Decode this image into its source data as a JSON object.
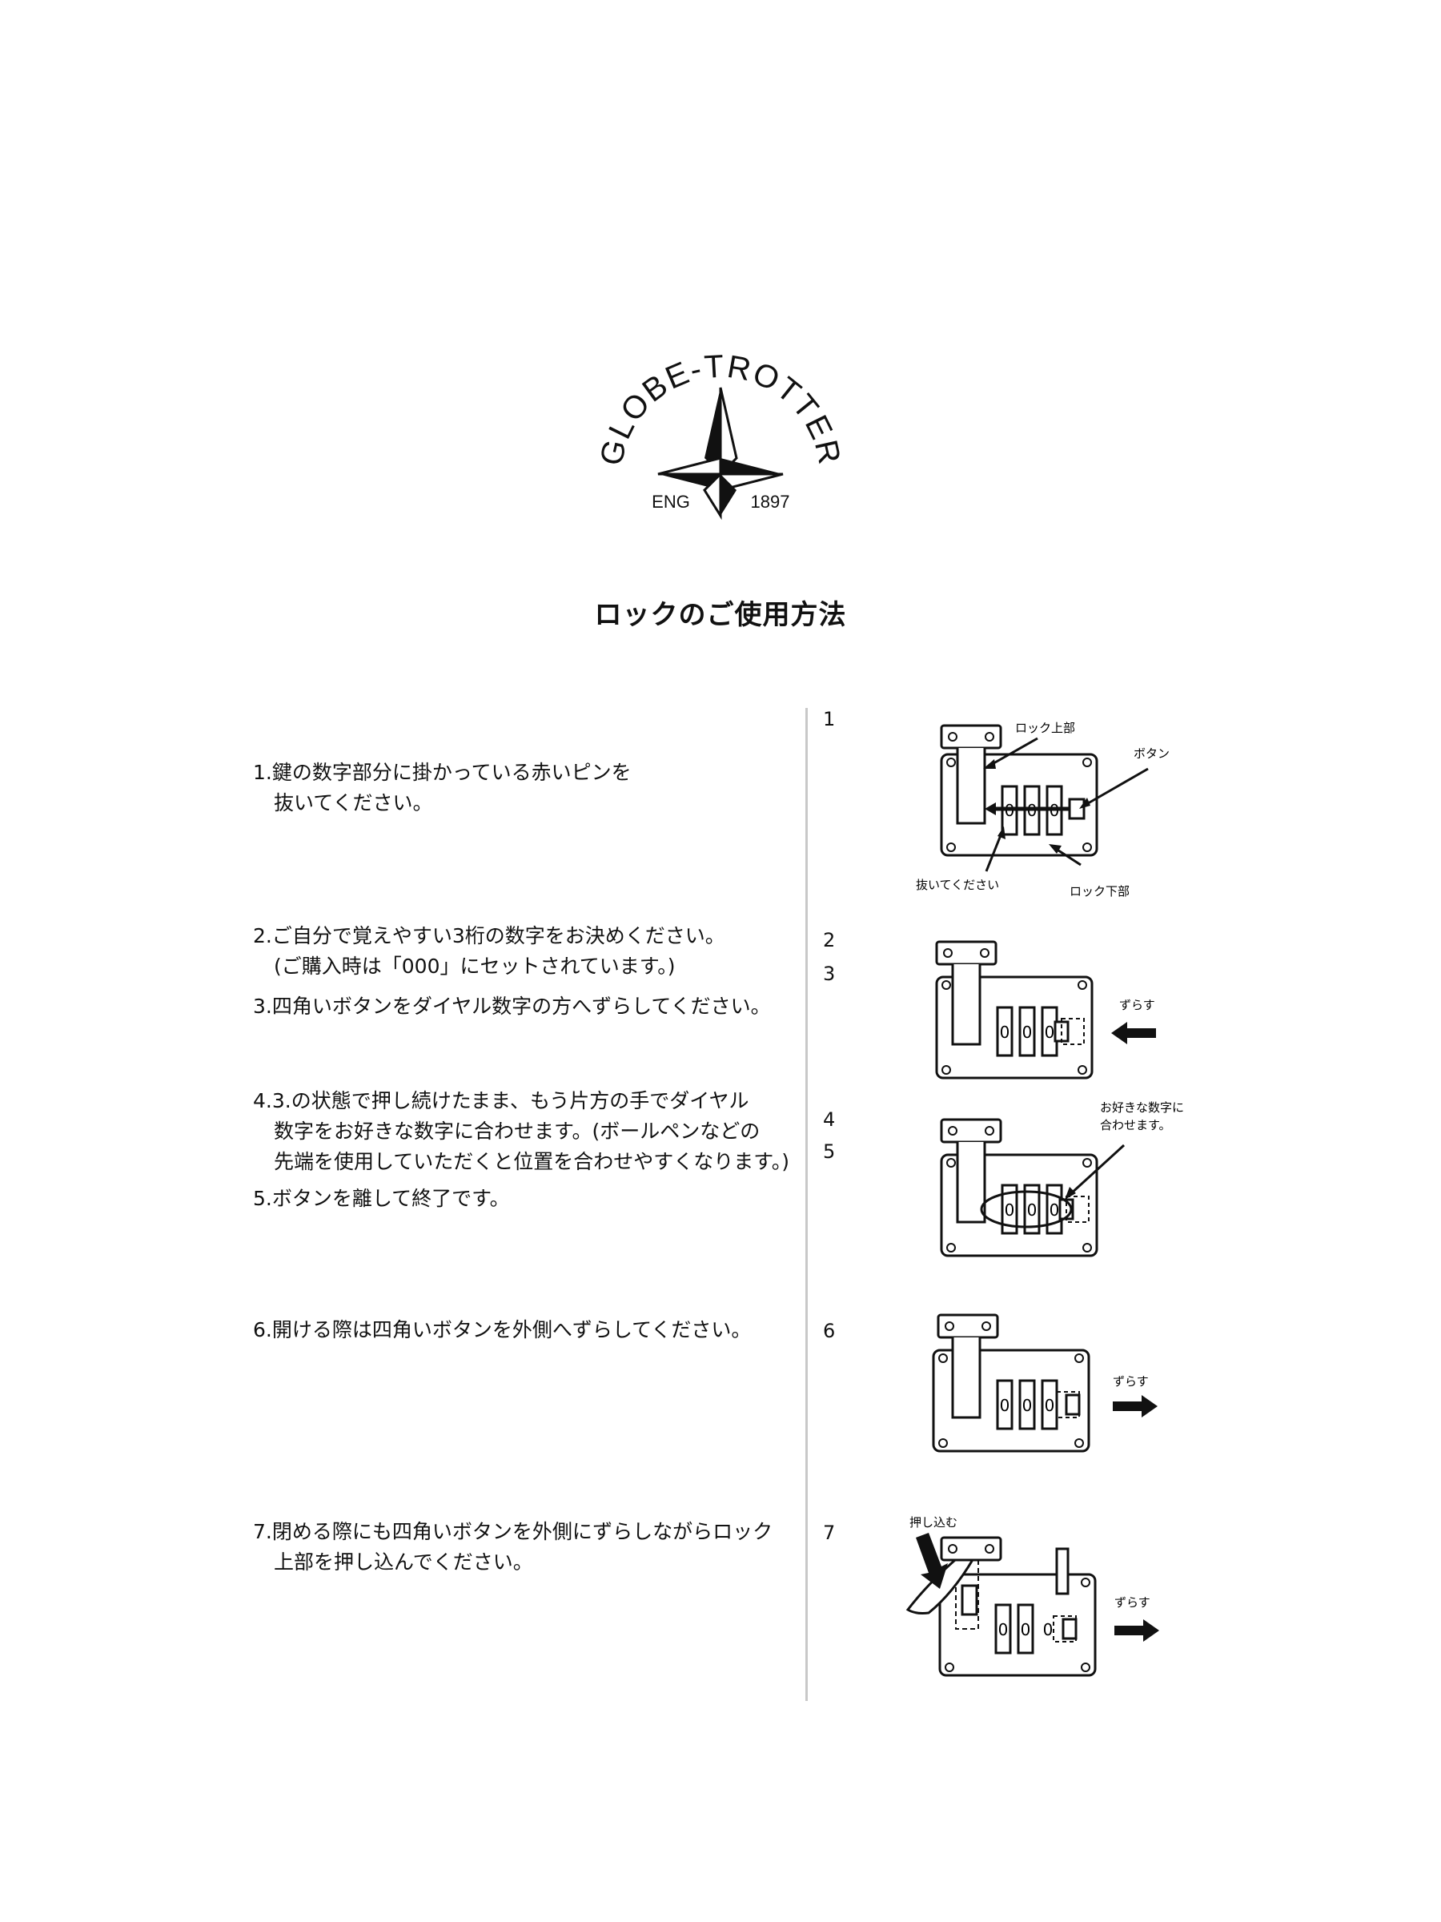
{
  "logo": {
    "brand": "GLOBE-TROTTER",
    "left_text": "ENG",
    "right_text": "1897"
  },
  "title": "ロックのご使用方法",
  "steps": [
    {
      "lines": [
        "1.鍵の数字部分に掛かっている赤いピンを",
        "抜いてください。"
      ]
    },
    {
      "lines": [
        "2.ご自分で覚えやすい3桁の数字をお決めください。",
        "(ご購入時は「000」にセットされています。)"
      ]
    },
    {
      "lines": [
        "3.四角いボタンをダイヤル数字の方へずらしてください。"
      ]
    },
    {
      "lines": [
        "4.3.の状態で押し続けたまま、もう片方の手でダイヤル",
        "数字をお好きな数字に合わせます。(ボールペンなどの",
        "先端を使用していただくと位置を合わせやすくなります。)"
      ]
    },
    {
      "lines": [
        "5.ボタンを離して終了です。"
      ]
    },
    {
      "lines": [
        "6.開ける際は四角いボタンを外側へずらしてください。"
      ]
    },
    {
      "lines": [
        "7.閉める際にも四角いボタンを外側にずらしながらロック",
        "上部を押し込んでください。"
      ]
    }
  ],
  "step_numbers": [
    "1",
    "2",
    "3",
    "4",
    "5",
    "6",
    "7"
  ],
  "figures": {
    "fig1": {
      "label_top": "ロック上部",
      "label_button": "ボタン",
      "label_pull": "抜いてください",
      "label_bottom": "ロック下部",
      "dial_digits": [
        "0",
        "0",
        "0"
      ]
    },
    "fig2": {
      "label_slide": "ずらす",
      "dial_digits": [
        "0",
        "0",
        "0"
      ]
    },
    "fig3": {
      "label_set_line1": "お好きな数字に",
      "label_set_line2": "合わせます。",
      "dial_digits": [
        "0",
        "0",
        "0"
      ]
    },
    "fig4": {
      "label_slide": "ずらす",
      "dial_digits": [
        "0",
        "0",
        "0"
      ]
    },
    "fig5": {
      "label_push": "押し込む",
      "label_slide": "ずらす",
      "dial_digits": [
        "0",
        "0",
        "0"
      ]
    }
  },
  "icons": [
    "compass-star-icon",
    "arrow-left-icon",
    "arrow-right-icon",
    "arrow-down-icon"
  ]
}
